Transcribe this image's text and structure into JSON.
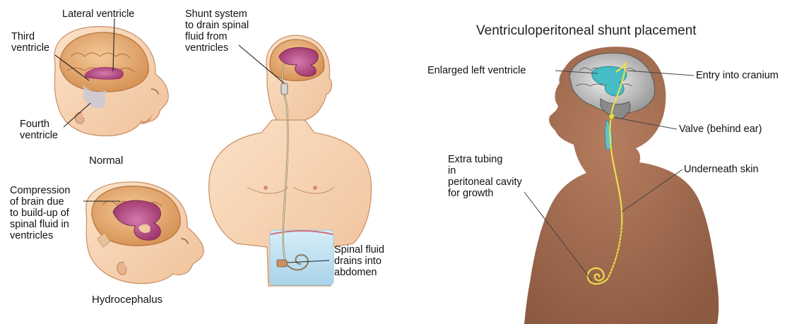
{
  "left_panel": {
    "normal": {
      "caption": "Normal",
      "labels": {
        "lateral_ventricle": "Lateral ventricle",
        "third_ventricle": "Third\nventricle",
        "fourth_ventricle": "Fourth\nventricle"
      }
    },
    "hydrocephalus": {
      "caption": "Hydrocephalus",
      "labels": {
        "compression": "Compression\nof brain due\nto build-up of\nspinal fluid in\nventricles"
      }
    },
    "body": {
      "labels": {
        "shunt_system": "Shunt system\nto drain spinal\nfluid from\nventricles",
        "spinal_fluid": "Spinal fluid\ndrains into\nabdomen"
      }
    }
  },
  "right_panel": {
    "title": "Ventriculoperitoneal shunt placement",
    "labels": {
      "enlarged_left_ventricle": "Enlarged left ventricle",
      "entry_into_cranium": "Entry into cranium",
      "valve": "Valve (behind ear)",
      "extra_tubing": "Extra tubing\nin\nperitoneal cavity\nfor growth",
      "underneath_skin": "Underneath skin"
    }
  },
  "colors": {
    "skin_light": "#f6d3b2",
    "brain_tan": "#e9b57f",
    "ventricle_magenta": "#b2467a",
    "abdomen_blue": "#bfe0f0",
    "silhouette_brown": "#a06a4f",
    "shunt_yellow": "#e9de4a",
    "ventricle_cyan": "#3fbcc4"
  }
}
